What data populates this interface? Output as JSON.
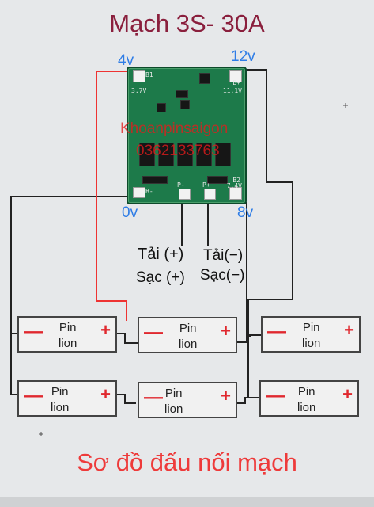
{
  "title": "Mạch 3S- 30A",
  "board_pins": {
    "top_left": "4v",
    "top_right": "12v",
    "bottom_left": "0v",
    "bottom_right": "8v"
  },
  "board_silk": {
    "b_top_left": "B1",
    "v_top_left": "3.7V",
    "b_top_right": "B+",
    "v_top_right": "11.1V",
    "b_bottom_right": "B2",
    "v_bottom_right": "7.4V",
    "b_minus": "B-",
    "p_minus": "P-",
    "p_plus": "P+"
  },
  "watermark": {
    "line1": "Khoanpinsaigon",
    "line2": "0362133763"
  },
  "load": {
    "plus_line1": "Tải (+)",
    "plus_line2": "Sạc (+)",
    "minus_line1": "Tải(−)",
    "minus_line2": "Sạc(−)"
  },
  "cell": {
    "name_line1": "Pin",
    "name_line2": "lion",
    "minus": "—",
    "plus": "+"
  },
  "footer": "Sơ đồ đấu nối mạch",
  "colors": {
    "title": "#8a1f3d",
    "pin_label": "#2f7de6",
    "wire": "#222222",
    "positive_wire": "#ee3333",
    "footer": "#ee3a3a"
  }
}
